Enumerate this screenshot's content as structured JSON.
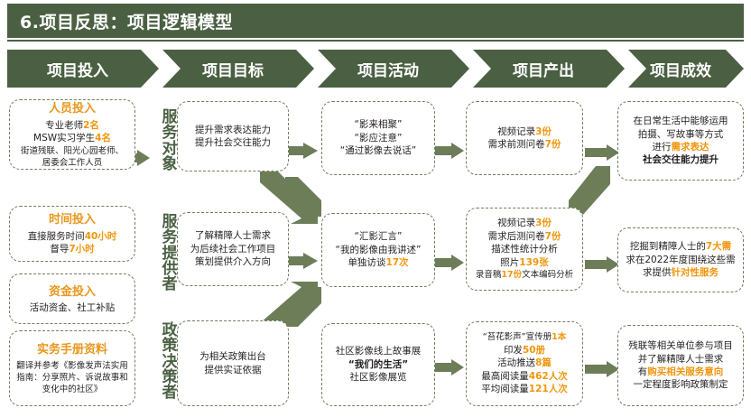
{
  "header": {
    "title": "6.项目反思：项目逻辑模型",
    "bar_color": "#4b6043"
  },
  "stages": [
    {
      "label": "项目投入"
    },
    {
      "label": "项目目标"
    },
    {
      "label": "项目活动"
    },
    {
      "label": "项目产出"
    },
    {
      "label": "项目成效"
    }
  ],
  "stakeholders": [
    {
      "label": "服务对象"
    },
    {
      "label": "服务提供者"
    },
    {
      "label": "政策决策者"
    }
  ],
  "colors": {
    "green": "#4b6043",
    "arrow_green": "#6c7d58",
    "orange": "#f0960f",
    "dash_border": "#6f7f5e"
  },
  "inputs": [
    {
      "heading": "人员投入",
      "lines": [
        "专业老师2名",
        "MSW实习学生4名",
        "街道残联、阳光心园老师、",
        "居委会工作人员"
      ],
      "hl": [
        "2名",
        "4名"
      ]
    },
    {
      "heading": "时间投入",
      "lines": [
        "直接服务时间40小时",
        "督导7小时"
      ],
      "hl": [
        "40小时",
        "7小时"
      ]
    },
    {
      "heading": "资金投入",
      "lines": [
        "活动资金、社工补贴"
      ],
      "hl": []
    },
    {
      "heading": "实务手册资料",
      "lines": [
        "翻译并参考《影像发声法实用",
        "指南：分享照片、诉说故事和",
        "变化中的社区》"
      ],
      "hl": []
    }
  ],
  "goals": [
    {
      "lines": [
        "提升需求表达能力",
        "提升社会交往能力"
      ]
    },
    {
      "lines": [
        "了解精障人士需求",
        "为后续社会工作项目",
        "策划提供介入方向"
      ]
    },
    {
      "lines": [
        "为相关政策出台",
        "提供实证依据"
      ]
    }
  ],
  "activities": [
    {
      "lines": [
        "“影来相聚”",
        "“影应注意”",
        "“通过影像去说话”"
      ],
      "hl": []
    },
    {
      "lines": [
        "“汇影汇言”",
        "“我的影像由我讲述”",
        "单独访谈17次"
      ],
      "hl": [
        "17次"
      ]
    },
    {
      "lines": [
        "社区影像线上故事展",
        "“我们的生活”",
        "社区影像展览"
      ],
      "hl": [
        "“我们的生活”"
      ]
    }
  ],
  "outputs": [
    {
      "lines": [
        "视频记录3份",
        "需求前测问卷7份"
      ],
      "hl": [
        "3份",
        "7份"
      ]
    },
    {
      "lines": [
        "视频记录3份",
        "需求后测问卷7份",
        "描述性统计分析",
        "照片139张",
        "录音稿17份文本编码分析"
      ],
      "hl": [
        "3份",
        "7份",
        "139张",
        "17份"
      ]
    },
    {
      "lines": [
        "“苔花影声”宣传册1本",
        "印发50册",
        "活动推送8篇",
        "最高阅读量462人次",
        "平均阅读量121人次"
      ],
      "hl": [
        "1本",
        "50册",
        "8篇",
        "462人次",
        "121人次"
      ]
    }
  ],
  "outcomes": [
    {
      "lines": [
        "在日常生活中能够运用",
        "拍摄、写故事等方式",
        "进行需求表达",
        "社会交往能力提升"
      ],
      "hl": [
        "需求表达",
        "社会交往能力提升"
      ]
    },
    {
      "lines": [
        "挖掘到精障人士的7大需",
        "求在2022年度围绕这些需",
        "求提供针对性服务"
      ],
      "hl": [
        "7大需",
        "针对性服务"
      ]
    },
    {
      "lines": [
        "残联等相关单位参与项目",
        "并了解精障人士需求",
        "有购买相关服务意向",
        "一定程度影响政策制定"
      ],
      "hl": [
        "购买相关服务意向"
      ]
    }
  ]
}
